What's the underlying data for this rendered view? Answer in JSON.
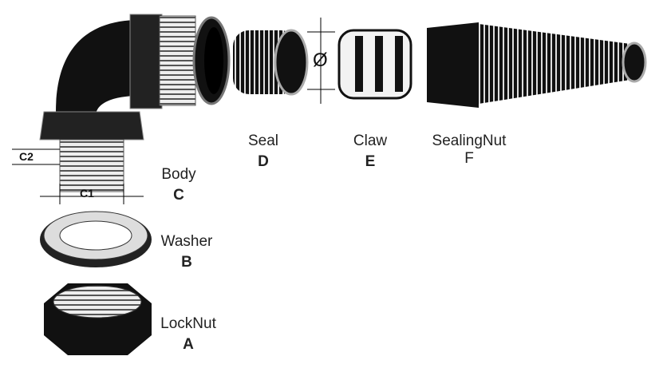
{
  "parts": [
    {
      "name": "Body",
      "letter": "C"
    },
    {
      "name": "Washer",
      "letter": "B"
    },
    {
      "name": "LockNut",
      "letter": "A"
    },
    {
      "name": "Seal",
      "letter": "D"
    },
    {
      "name": "Claw",
      "letter": "E"
    },
    {
      "name": "SealingNut",
      "letter": "F"
    }
  ],
  "dimensions": {
    "c1": "C1",
    "c2": "C2",
    "diameter": "Ø"
  },
  "colors": {
    "part": "#111111",
    "outline": "#333333"
  }
}
